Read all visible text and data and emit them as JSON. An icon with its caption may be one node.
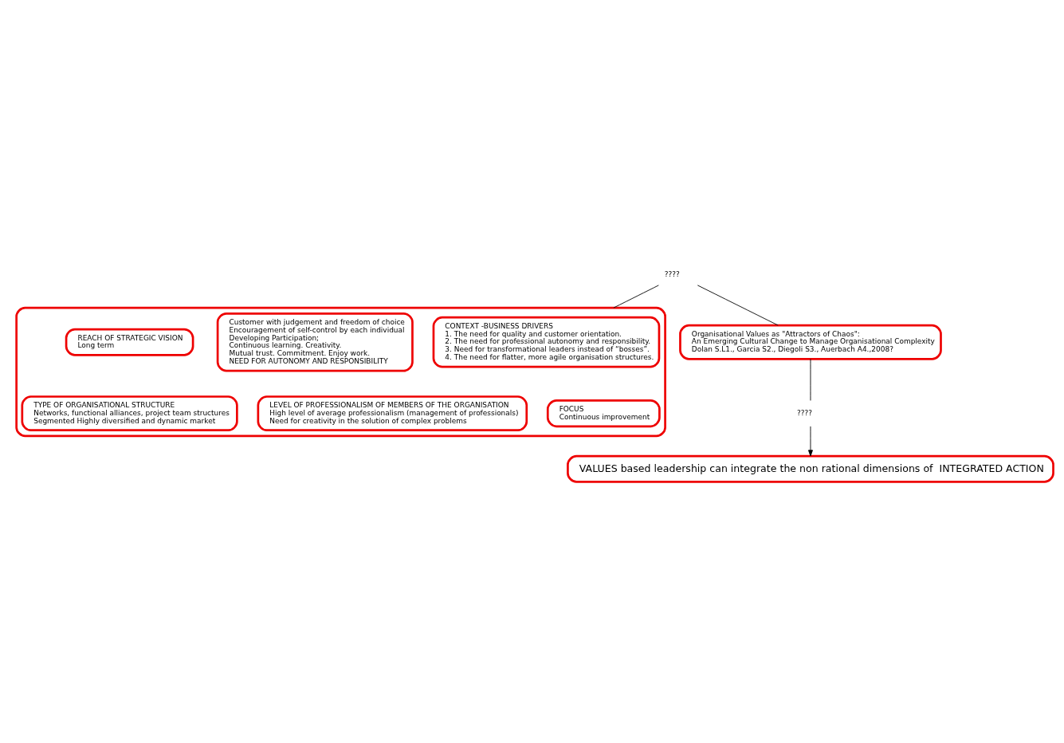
{
  "diagram": {
    "nodes": [
      {
        "text": [
          "????"
        ]
      },
      {
        "text": [],
        "shape": "box"
      },
      {
        "text": [
          "CONTEXT -BUSINESS DRIVERS",
          "1. The need for quality and customer orientation.",
          "2. The need for professional autonomy and responsibility.",
          "3. Need for transformational leaders instead of “bosses”.",
          "4. The need for flatter, more agile organisation structures."
        ],
        "in": 1
      },
      {
        "text": [
          "FOCUS",
          "Continuous improvement"
        ],
        "in": 1
      },
      {
        "text": [
          "Customer with judgement and freedom of choice",
          "Encouragement of self-control by each individual",
          "Developing Participation;",
          "Continuous learning. Creativity.",
          "Mutual trust. Commitment. Enjoy work.",
          "NEED FOR AUTONOMY AND RESPONSIBILITY"
        ],
        "in": 1
      },
      {
        "text": [
          "LEVEL OF PROFESSIONALISM OF MEMBERS OF THE ORGANISATION",
          "High level of average professionalism (management of professionals)",
          "Need for creativity in the solution of complex problems"
        ],
        "in": 1
      },
      {
        "text": [
          "REACH OF STRATEGIC VISION",
          "Long term"
        ],
        "in": 1
      },
      {
        "text": [
          "TYPE OF ORGANISATIONAL STRUCTURE",
          "Networks, functional alliances, project team structures",
          "Segmented Highly diversified and dynamic market"
        ],
        "in": 1
      },
      {
        "text": [
          "Organisational Values as \"Attractors of Chaos\":",
          "An Emerging Cultural Change to Manage Organisational Complexity",
          "Dolan S.L1., Garcia S2., Diegoli S3., Auerbach A4.,2008?"
        ]
      },
      {
        "text": [
          "????"
        ]
      },
      {
        "text": [
          "VALUES based leadership can integrate the non rational dimensions of  INTEGRATED ACTION"
        ]
      }
    ],
    "edges": [
      {
        "from": 0,
        "to": 1,
        "arrow": "none"
      },
      {
        "from": 0,
        "to": 8,
        "arrow": "none"
      },
      {
        "from": 8,
        "to": 9,
        "arrow": "none"
      },
      {
        "from": 9,
        "to": 10,
        "arrow": "to"
      }
    ]
  }
}
